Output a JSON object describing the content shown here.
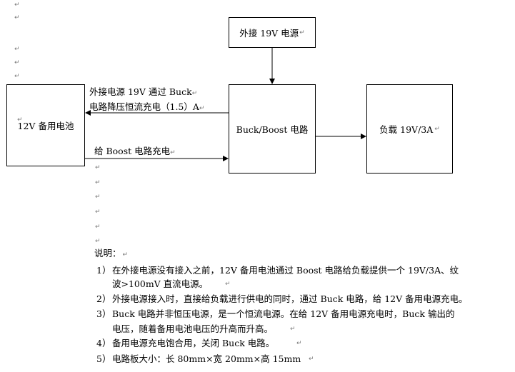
{
  "paragraph_mark": "↵",
  "boxes": {
    "power_source": "外接 19V 电源",
    "battery": "12V 备用电池",
    "buck_boost": "Buck/Boost 电路",
    "load": "负载 19V/3A"
  },
  "labels": {
    "charge_line1": "外接电源 19V 通过 Buck",
    "charge_line2": "电路降压恒流充电（1.5）A",
    "boost_charge": "给 Boost 电路充电"
  },
  "notes": {
    "heading": "说明：",
    "items": [
      {
        "num": "1）",
        "lines": [
          "在外接电源没有接入之前，12V 备用电池通过 Boost 电路给负载提供一个 19V/3A、纹",
          "波>100mV 直流电源。"
        ]
      },
      {
        "num": "2）",
        "lines": [
          "外接电源接入时，直接给负载进行供电的同时，通过 Buck 电路，给 12V 备用电源充电。"
        ]
      },
      {
        "num": "3）",
        "lines": [
          "Buck 电路并非恒压电源，是一个恒流电源。在给 12V 备用电源充电时，Buck 输出的",
          "电压，随着备用电池电压的升高而升高。"
        ]
      },
      {
        "num": "4）",
        "lines": [
          "备用电源充电饱合用，关闭 Buck 电路。"
        ]
      },
      {
        "num": "5）",
        "lines": [
          "电路板大小：长 80mm×宽 20mm×高 15mm"
        ]
      }
    ]
  }
}
